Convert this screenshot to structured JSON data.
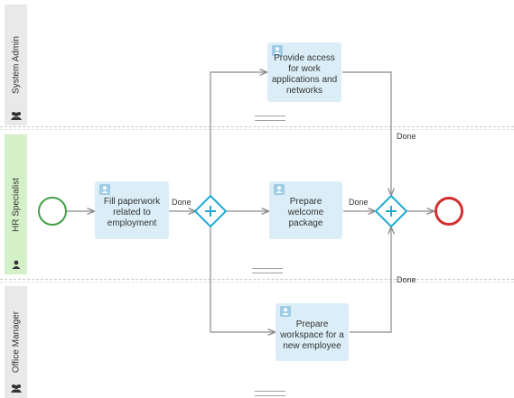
{
  "lanes": [
    {
      "title": "System Admin",
      "icon": "user-group-icon"
    },
    {
      "title": "HR Specialist",
      "icon": "user-icon"
    },
    {
      "title": "Office Manager",
      "icon": "user-group-icon"
    }
  ],
  "tasks": {
    "fill_paperwork": "Fill paperwork related to employment",
    "provide_access": "Provide access for work applications and networks",
    "prepare_welcome": "Prepare welcome package",
    "prepare_workspace": "Prepare workspace for a new employee"
  },
  "flow_labels": {
    "done_1": "Done",
    "done_2": "Done",
    "done_3": "Done",
    "done_4": "Done"
  },
  "colors": {
    "start_event": "#43a047",
    "end_event": "#d32f2f",
    "gateway": "#1fa9d6",
    "task_fill": "#dbeef7",
    "hr_lane": "#d4f0c8",
    "connector": "#8a8a8a"
  }
}
